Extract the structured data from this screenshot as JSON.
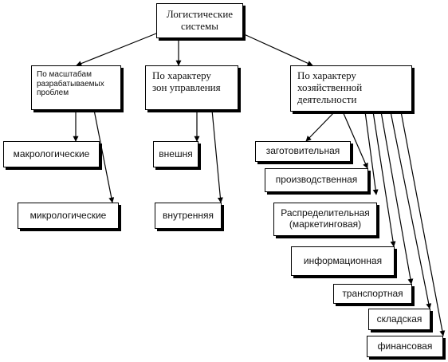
{
  "diagram": {
    "root": {
      "label": "Логистические\nсистемы"
    },
    "categories": [
      {
        "label": "По масштабам\nразрабатываемых\nпроблем"
      },
      {
        "label": "По характеру\nзон управления"
      },
      {
        "label": "По характеру\nхозяйственной\nдеятельности"
      }
    ],
    "scale_items": [
      "макрологические",
      "микрологические"
    ],
    "zone_items": [
      "внешня",
      "внутренняя"
    ],
    "activity_items": [
      "заготовительная",
      "производственная",
      "Распределительная\n(маркетинговая)",
      "информационная",
      "транспортная",
      "складская",
      "финансовая"
    ]
  }
}
